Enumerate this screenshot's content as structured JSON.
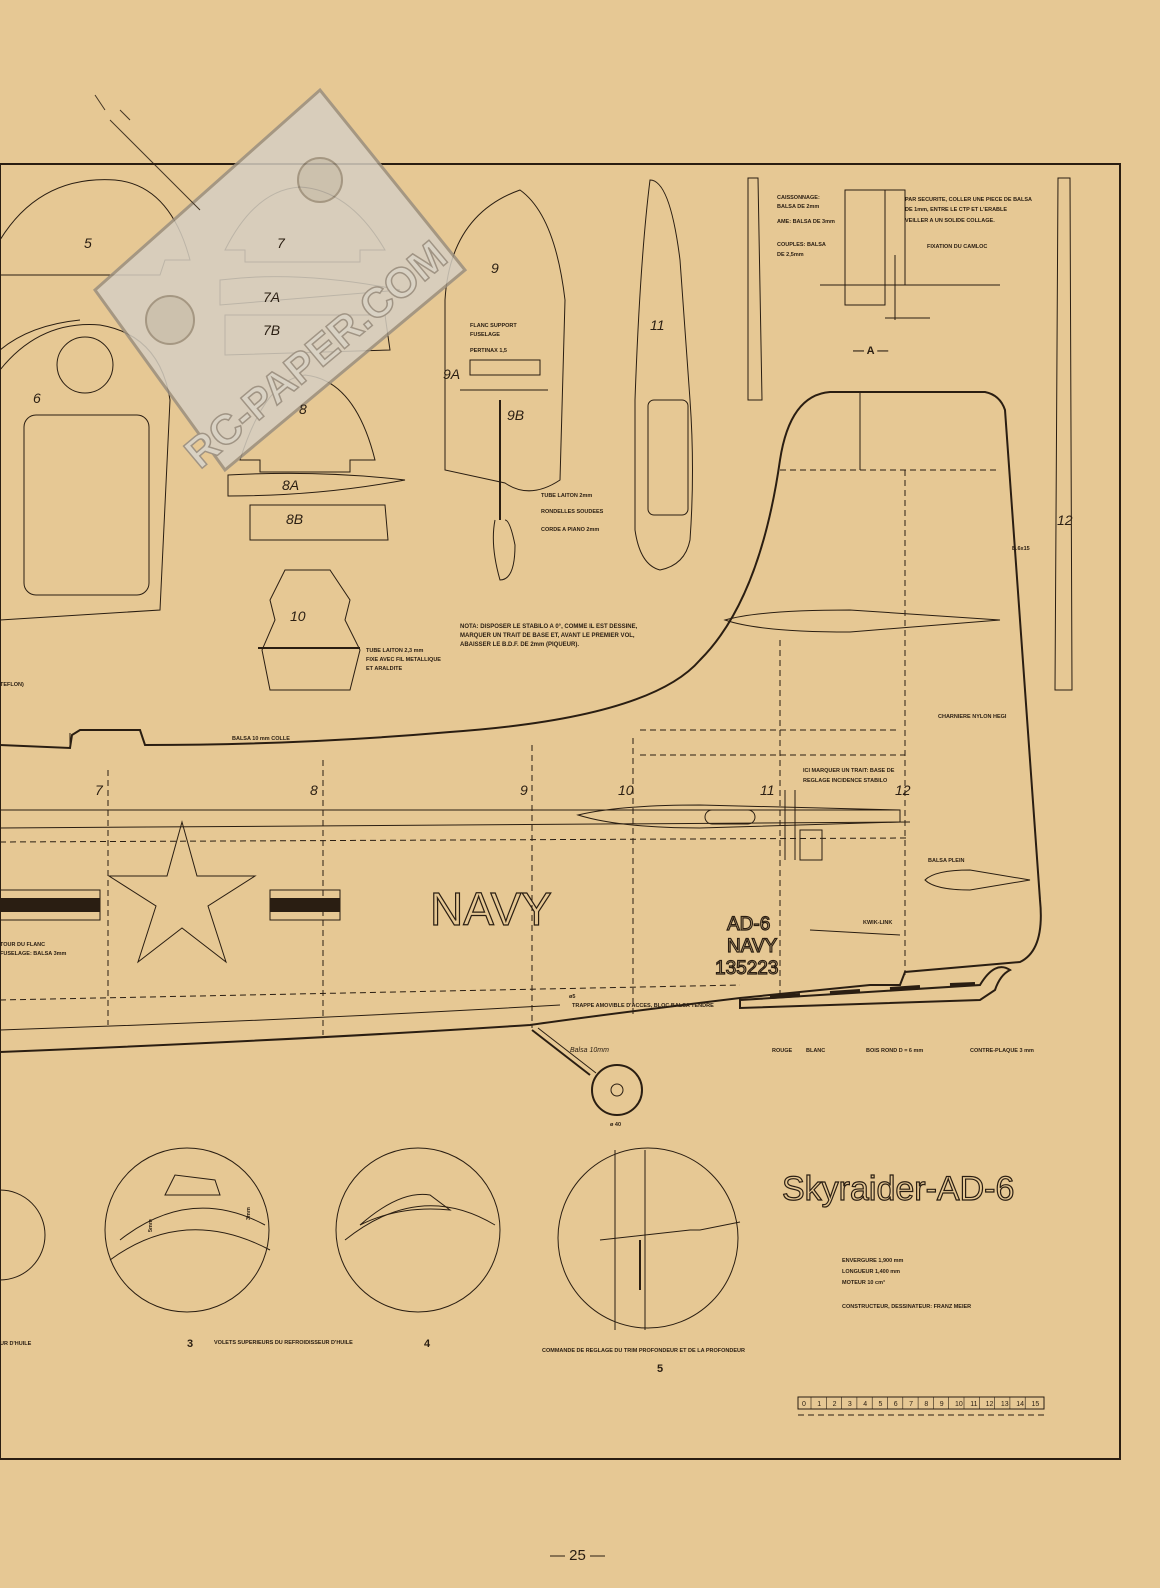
{
  "watermark": "RC-PAPER.COM",
  "title": "Skyraider-AD-6",
  "page_number": "— 25 —",
  "parts": {
    "p5": "5",
    "p6": "6",
    "p7": "7",
    "p7a": "7A",
    "p7b": "7B",
    "p8": "8",
    "p8a": "8A",
    "p8b": "8B",
    "p9": "9",
    "p9a": "9A",
    "p9b": "9B",
    "p10": "10",
    "p11": "11",
    "p12": "12"
  },
  "detail_a": "— A —",
  "stations": {
    "s7": "7",
    "s8": "8",
    "s9": "9",
    "s10": "10",
    "s11": "11",
    "s12": "12"
  },
  "markings": {
    "navy": "NAVY",
    "ad6": "AD-6",
    "navy_small": "NAVY",
    "serial": "135223"
  },
  "specs": {
    "envergure": "ENVERGURE 1,900 mm",
    "longueur": "LONGUEUR 1,400 mm",
    "moteur": "MOTEUR 10 cm³",
    "constructeur": "CONSTRUCTEUR, DESSINATEUR: FRANZ MEIER"
  },
  "captions": {
    "oil": "UR D'HUILE",
    "n3": "3",
    "volets": "VOLETS SUPERIEURS DU REFROIDISSEUR D'HUILE",
    "n4": "4",
    "commande": "COMMANDE DE REGLAGE DU TRIM PROFONDEUR ET DE LA PROFONDEUR",
    "n5": "5"
  },
  "notes": {
    "stabilo": [
      "NOTA: DISPOSER LE STABILO A 0°, COMME IL EST DESSINE,",
      "MARQUER UN TRAIT DE BASE ET, AVANT LE PREMIER VOL,",
      "ABAISSER LE B.D.F. DE 2mm (PIQUEUR)."
    ],
    "tube10": [
      "TUBE LAITON 2,3 mm",
      "FIXE AVEC FIL METALLIQUE",
      "ET ARALDITE"
    ],
    "teflon": "TEFLON)",
    "flanc": [
      "FLANC SUPPORT",
      "FUSELAGE"
    ],
    "pertinax": "PERTINAX 1,5",
    "tube_laiton": "TUBE LAITON 2mm",
    "rondelles": "RONDELLES SOUDEES",
    "corde": "CORDE A PIANO 2mm",
    "caisson": [
      "CAISSONNAGE:",
      "BALSA DE 2mm",
      "AME: BALSA DE 3mm",
      "COUPLES: BALSA",
      "DE 2,5mm"
    ],
    "securite": [
      "PAR SECURITE, COLLER UNE PIECE DE BALSA",
      "DE 1mm, ENTRE LE CTP ET L'ERABLE",
      "VEILLER A UN SOLIDE COLLAGE."
    ],
    "camloc": "FIXATION DU CAMLOC",
    "b6x15": "B.6x15",
    "charniere": "CHARNIERE NYLON HEGI",
    "balsa_colle": "BALSA 10 mm COLLE",
    "trait": [
      "ICI MARQUER UN TRAIT: BASE DE",
      "REGLAGE INCIDENCE STABILO"
    ],
    "balsa_plein": "BALSA PLEIN",
    "kwik_link": "KWIK-LINK",
    "contour": [
      "TOUR DU FLANC",
      "FUSELAGE: BALSA 3mm"
    ],
    "trappe": "TRAPPE AMOVIBLE D'ACCES, BLOC BALSA TENDRE",
    "diam5": "ø5",
    "balsa10": "Balsa 10mm",
    "diam40": "ø 40",
    "rouge": "ROUGE",
    "blanc": "BLANC",
    "bois_rond": "BOIS ROND D = 6 mm",
    "contre_plaque": "CONTRE-PLAQUE 3 mm",
    "mm5": "5mm",
    "mm3": "3mm"
  },
  "ruler": {
    "ticks": [
      "0",
      "1",
      "2",
      "3",
      "4",
      "5",
      "6",
      "7",
      "8",
      "9",
      "10",
      "11",
      "12",
      "13",
      "14",
      "15"
    ]
  }
}
